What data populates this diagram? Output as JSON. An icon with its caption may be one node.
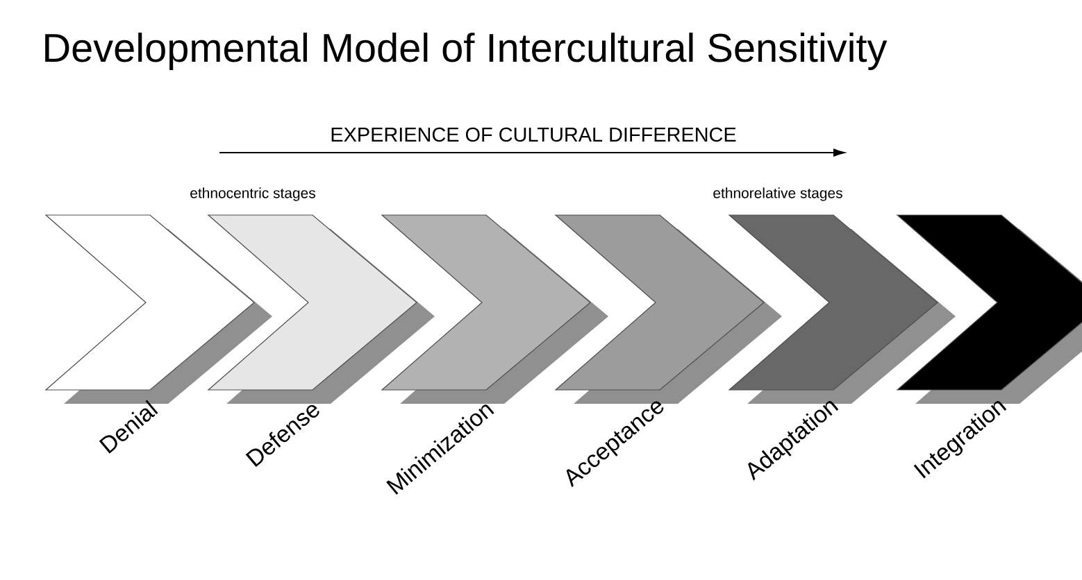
{
  "diagram": {
    "title": "Developmental Model of Intercultural Sensitivity",
    "nodes": [
      {
        "text": [],
        "shape": "chevron",
        "beside": [
          "Denial"
        ]
      },
      {
        "text": [],
        "shape": "chevron",
        "beside": [
          "Defense"
        ]
      },
      {
        "text": [],
        "shape": "chevron",
        "beside": [
          "Minimization"
        ]
      },
      {
        "text": [],
        "shape": "chevron",
        "beside": [
          "Acceptance"
        ]
      },
      {
        "text": [],
        "shape": "chevron",
        "beside": [
          "Adaptation"
        ]
      },
      {
        "text": [],
        "shape": "chevron",
        "beside": [
          "Integration"
        ]
      }
    ],
    "labels": [
      "EXPERIENCE OF CULTURAL DIFFERENCE",
      "ethnocentric stages",
      "ethnorelative stages"
    ]
  }
}
